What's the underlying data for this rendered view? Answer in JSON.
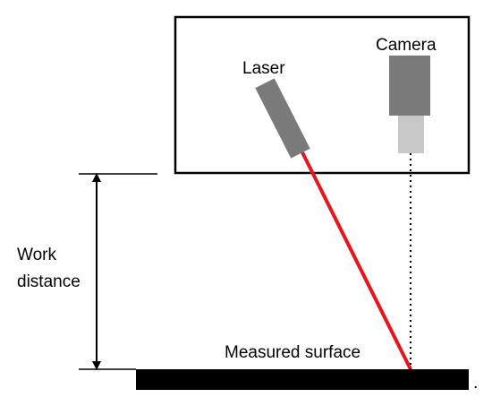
{
  "labels": {
    "laser": "Laser",
    "camera": "Camera",
    "work_distance_line1": "Work",
    "work_distance_line2": "distance",
    "measured_surface": "Measured surface",
    "trailing_mark": "."
  },
  "colors": {
    "laser_beam": "#e8141c",
    "laser_body": "#7a7a7a",
    "camera_body": "#7a7a7a",
    "camera_lens": "#c8c8c8",
    "surface": "#000000",
    "outline": "#000000"
  }
}
